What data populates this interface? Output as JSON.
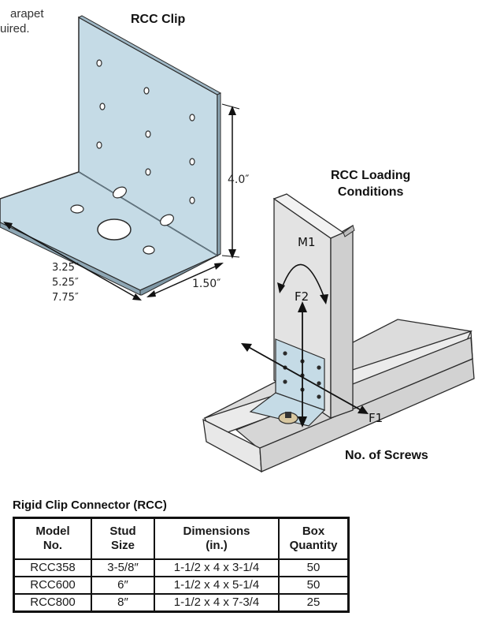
{
  "fragment": {
    "line1": "arapet",
    "line2": "uired."
  },
  "clip": {
    "title": "RCC Clip",
    "height": "4.0″",
    "widths": [
      "3.25″",
      "5.25″",
      "7.75″"
    ],
    "depth": "1.50″"
  },
  "loading": {
    "title_line1": "RCC Loading",
    "title_line2": "Conditions",
    "m1": "M1",
    "f2": "F2",
    "f1": "F1",
    "screws": "No. of Screws"
  },
  "table": {
    "caption": "Rigid Clip Connector (RCC)",
    "headers": [
      [
        "Model",
        "No."
      ],
      [
        "Stud",
        "Size"
      ],
      [
        "Dimensions",
        "(in.)"
      ],
      [
        "Box",
        "Quantity"
      ]
    ],
    "rows": [
      [
        "RCC358",
        "3-5/8″",
        "1-1/2 x 4 x 3-1/4",
        "50"
      ],
      [
        "RCC600",
        "6″",
        "1-1/2 x 4 x 5-1/4",
        "50"
      ],
      [
        "RCC800",
        "8″",
        "1-1/2 x 4 x 7-3/4",
        "25"
      ]
    ]
  },
  "colors": {
    "plate": "#c5dbe6",
    "steel": "#e6e6e6",
    "outline": "#2b2b2b"
  }
}
